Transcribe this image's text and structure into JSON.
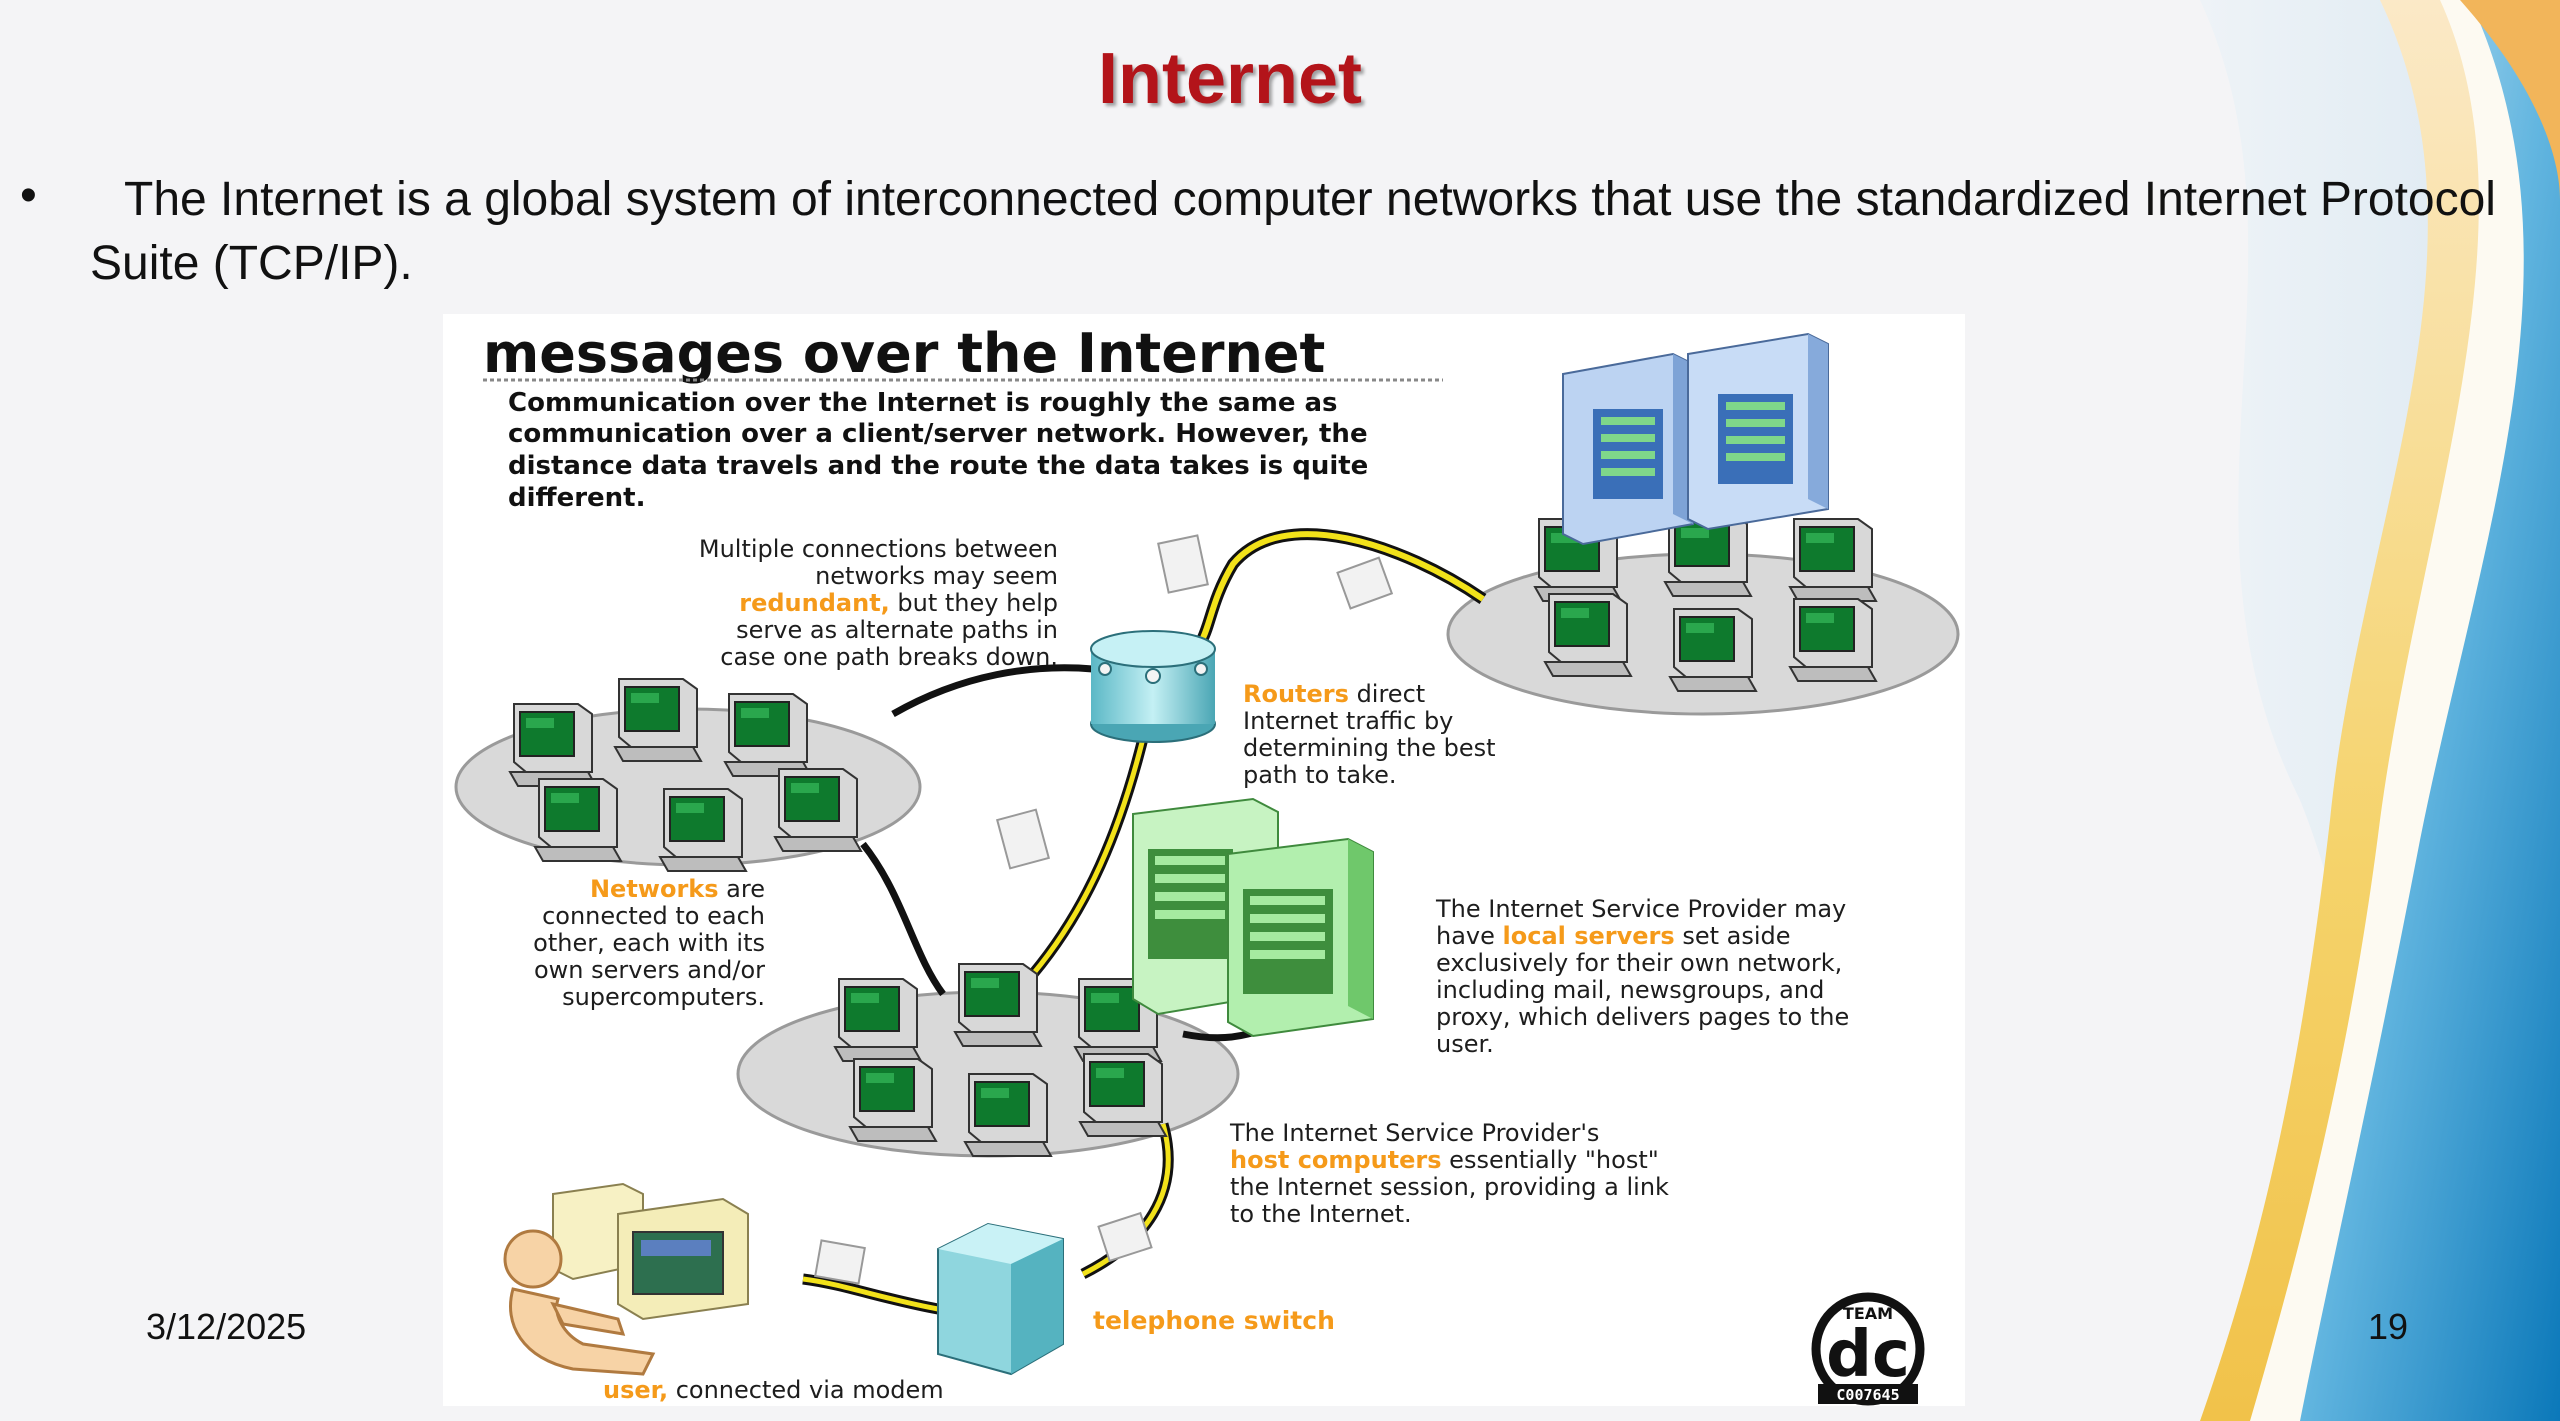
{
  "slide": {
    "title": "Internet",
    "bullet": "The Internet is a global system of interconnected computer networks that use the standardized Internet Protocol Suite (TCP/IP).",
    "date": "3/12/2025",
    "page_number": "19"
  },
  "diagram": {
    "heading": "messages over the Internet",
    "intro_lines": [
      "Communication over the Internet is roughly the same as",
      "communication over a client/server network. However, the",
      "distance data travels and the route the data takes is quite",
      "different."
    ],
    "redundant_note": {
      "line1": "Multiple connections between",
      "line2": "networks may seem",
      "highlight": "redundant,",
      "line3_rest": " but they help",
      "line4": "serve as alternate paths in",
      "line5": "case one path breaks down."
    },
    "routers_note": {
      "highlight": "Routers",
      "line1_rest": " direct",
      "line2": "Internet traffic by",
      "line3": "determining the best",
      "line4": "path to take."
    },
    "networks_note": {
      "highlight": "Networks",
      "line1_rest": " are",
      "line2": "connected to each",
      "line3": "other, each with its",
      "line4": "own servers and/or",
      "line5": "supercomputers."
    },
    "isp_local_note": {
      "line1": "The Internet Service Provider may",
      "line2_pre": "have ",
      "highlight": "local servers",
      "line2_post": " set aside",
      "line3": "exclusively for their own network,",
      "line4": "including mail, newsgroups, and",
      "line5": "proxy, which delivers pages to the",
      "line6": "user."
    },
    "isp_host_note": {
      "line1": "The Internet Service Provider's",
      "highlight": "host computers",
      "line2_post": " essentially \"host\"",
      "line3": "the Internet session, providing a link",
      "line4": "to the Internet."
    },
    "switch_label": "telephone switch",
    "user_note": {
      "highlight": "user,",
      "rest": " connected via modem"
    },
    "logo": {
      "top": "TEAM",
      "letters": "dc",
      "code": "C007645"
    }
  },
  "colors": {
    "title": "#b3141a",
    "highlight": "#f59a1a",
    "cable_yellow": "#f2e21a",
    "screen_green": "#0f7d2f",
    "server_blue": "#a9c4ea",
    "server_green": "#b7efb2",
    "router_cyan": "#8fd6de"
  }
}
